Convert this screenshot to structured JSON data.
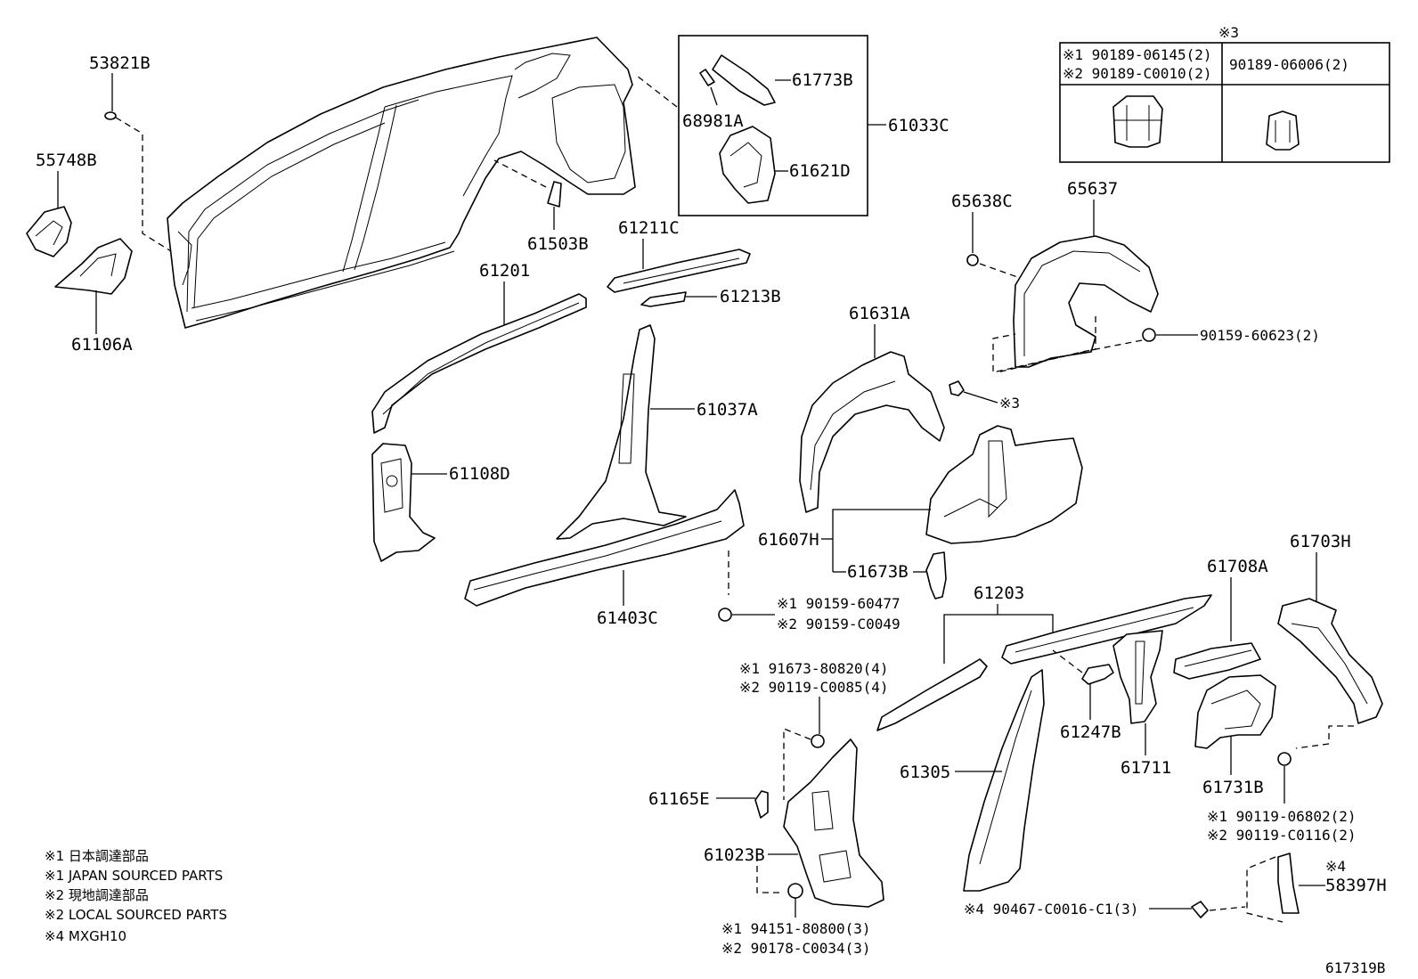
{
  "labels": {
    "p53821B": "53821B",
    "p55748B": "55748B",
    "p61106A": "61106A",
    "p61503B": "61503B",
    "p61773B": "61773B",
    "p68981A": "68981A",
    "p61033C": "61033C",
    "p61621D": "61621D",
    "p61211C": "61211C",
    "p61213B": "61213B",
    "p61201": "61201",
    "p61037A": "61037A",
    "p61108D": "61108D",
    "p61403C": "61403C",
    "p65638C": "65638C",
    "p65637": "65637",
    "p9015960623": "90159-60623(2)",
    "p61631A": "61631A",
    "p3ref": "※3",
    "p61607H": "61607H",
    "p61673B": "61673B",
    "p9015960477": "※1 90159-60477",
    "p90159C0049": "※2 90159-C0049",
    "p61203": "61203",
    "p61708A": "61708A",
    "p61703H": "61703H",
    "p9167380820": "※1 91673-80820(4)",
    "p90119C0085": "※2 90119-C0085(4)",
    "p61247B": "61247B",
    "p61711": "61711",
    "p61305": "61305",
    "p61731B": "61731B",
    "p61165E": "61165E",
    "p61023B": "61023B",
    "p9011906802": "※1 90119-06802(2)",
    "p90119C0116": "※2 90119-C0116(2)",
    "p58397H": "58397H",
    "p4ref": "※4",
    "p90467": "※4 90467-C0016-C1(3)",
    "p9415180800": "※1 94151-80800(3)",
    "p90178C0034": "※2 90178-C0034(3)",
    "diagram_id": "617319B"
  },
  "clip_box": {
    "ref": "※3",
    "row1_left_a": "※1 90189-06145(2)",
    "row1_left_b": "※2 90189-C0010(2)",
    "row1_right": "90189-06006(2)"
  },
  "notes": [
    "※1 日本調達部品",
    "※1 JAPAN SOURCED PARTS",
    "※2 現地調達部品",
    "※2 LOCAL SOURCED PARTS",
    "※4 MXGH10"
  ]
}
